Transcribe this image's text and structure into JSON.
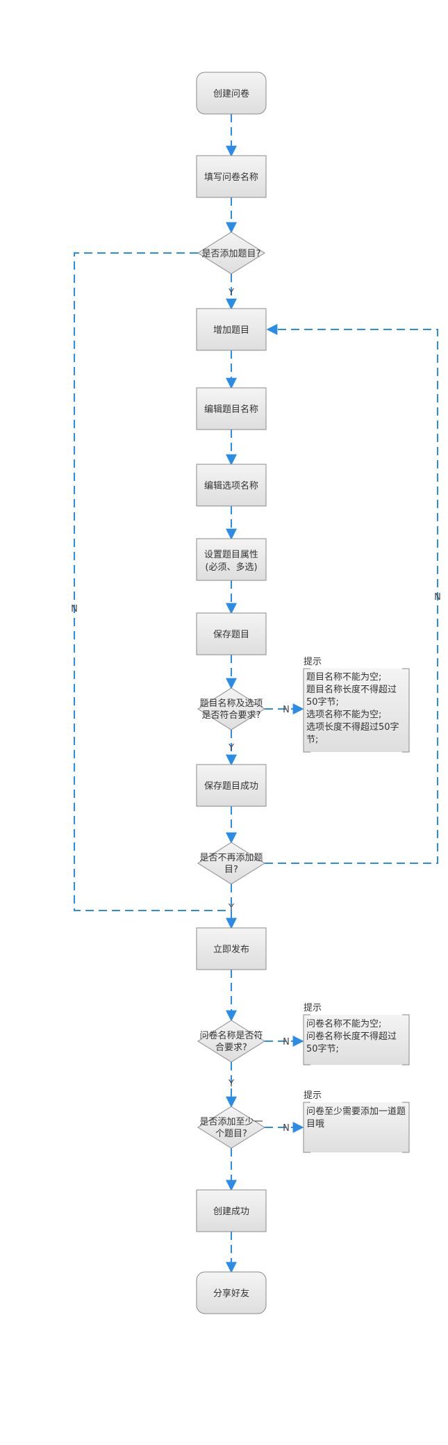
{
  "nodes": {
    "start": "创建问卷",
    "fill_name": "填写问卷名称",
    "add_question_q": "是否添加题目?",
    "add_question": "增加题目",
    "edit_title": "编辑题目名称",
    "edit_options": "编辑选项名称",
    "set_attr_1": "设置题目属性",
    "set_attr_2": "(必须、多选)",
    "save_question": "保存题目",
    "valid_q_1": "题目名称及选项",
    "valid_q_2": "是否符合要求?",
    "save_ok": "保存题目成功",
    "no_more_q_1": "是否不再添加题",
    "no_more_q_2": "目?",
    "publish": "立即发布",
    "name_ok_q_1": "问卷名称是否符",
    "name_ok_q_2": "合要求?",
    "min_one_q_1": "是否添加至少一",
    "min_one_q_2": "个题目?",
    "created": "创建成功",
    "share": "分享好友"
  },
  "edge_labels": {
    "yes": "Y",
    "no": "N"
  },
  "notes": [
    {
      "title": "提示",
      "lines": [
        "题目名称不能为空;",
        "题目名称长度不得超过",
        "50字节;",
        "选项名称不能为空;",
        "选项长度不得超过50字",
        "节;"
      ]
    },
    {
      "title": "提示",
      "lines": [
        "问卷名称不能为空;",
        "问卷名称长度不得超过",
        "50字节;"
      ]
    },
    {
      "title": "提示",
      "lines": [
        "问卷至少需要添加一道题",
        "目哦"
      ]
    }
  ],
  "colors": {
    "connector": "#2b8ce8",
    "node_fill": "#e4e4e4",
    "node_stroke": "#8a8a8a",
    "text": "#333333"
  }
}
